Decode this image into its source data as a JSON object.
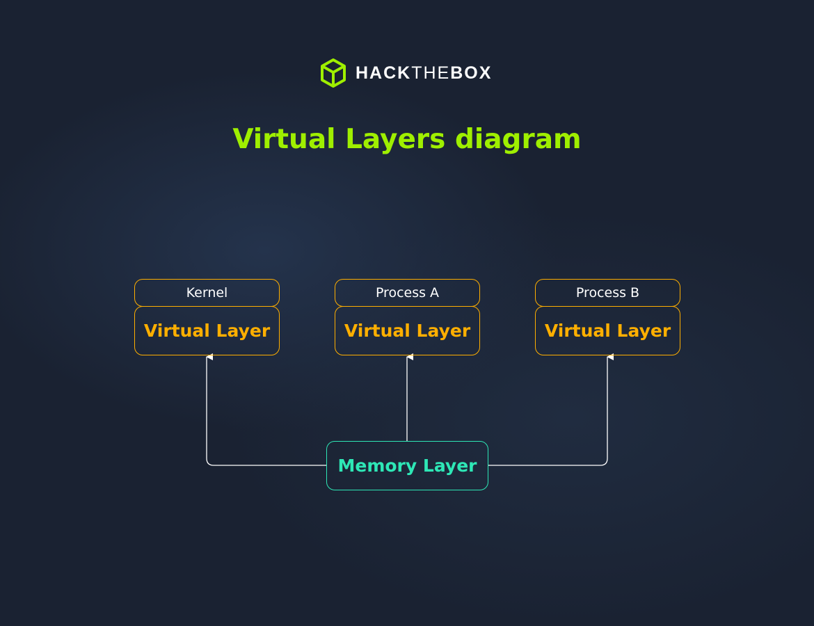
{
  "logo": {
    "text_bold1": "HACK",
    "text_light": "THE",
    "text_bold2": "BOX"
  },
  "title": "Virtual Layers diagram",
  "columns": [
    {
      "label": "Kernel",
      "layer": "Virtual Layer"
    },
    {
      "label": "Process A",
      "layer": "Virtual Layer"
    },
    {
      "label": "Process B",
      "layer": "Virtual Layer"
    }
  ],
  "memory": "Memory Layer",
  "colors": {
    "accent": "#9fef00",
    "virtual": "#ffaf00",
    "memory": "#2ee7b6",
    "background": "#1a2232"
  }
}
